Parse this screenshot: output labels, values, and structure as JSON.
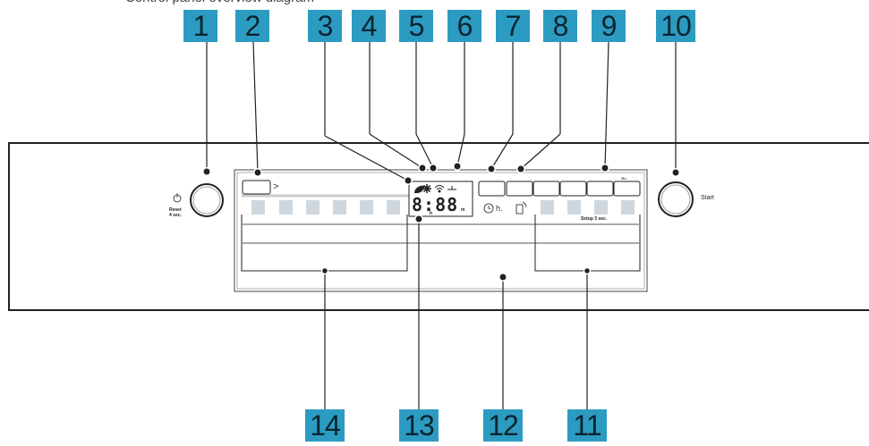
{
  "header_partial": "Control panel overview diagram",
  "callouts_top": [
    "1",
    "2",
    "3",
    "4",
    "5",
    "6",
    "7",
    "8",
    "9",
    "10"
  ],
  "callouts_bottom": [
    "14",
    "13",
    "12",
    "11"
  ],
  "panel": {
    "power_label": "Reset",
    "power_sub": "4 sec.",
    "start_label": "Start",
    "setup_label": "Setup 3 sec.",
    "display_digits": "8:88",
    "display_unit_h": "h",
    "display_unit_m": "m",
    "timer_unit": "h.",
    "arrow_glyph": ">"
  },
  "icons": {
    "power": "power-icon",
    "leaf": "leaf-icon",
    "sun": "asterisk-icon",
    "wifi": "wifi-icon",
    "faucet": "tap-icon",
    "clock": "clock-icon",
    "door": "door-icon",
    "remote": "remote-start-icon"
  },
  "colors": {
    "callout": "#2c9bc1",
    "line": "#222222"
  }
}
